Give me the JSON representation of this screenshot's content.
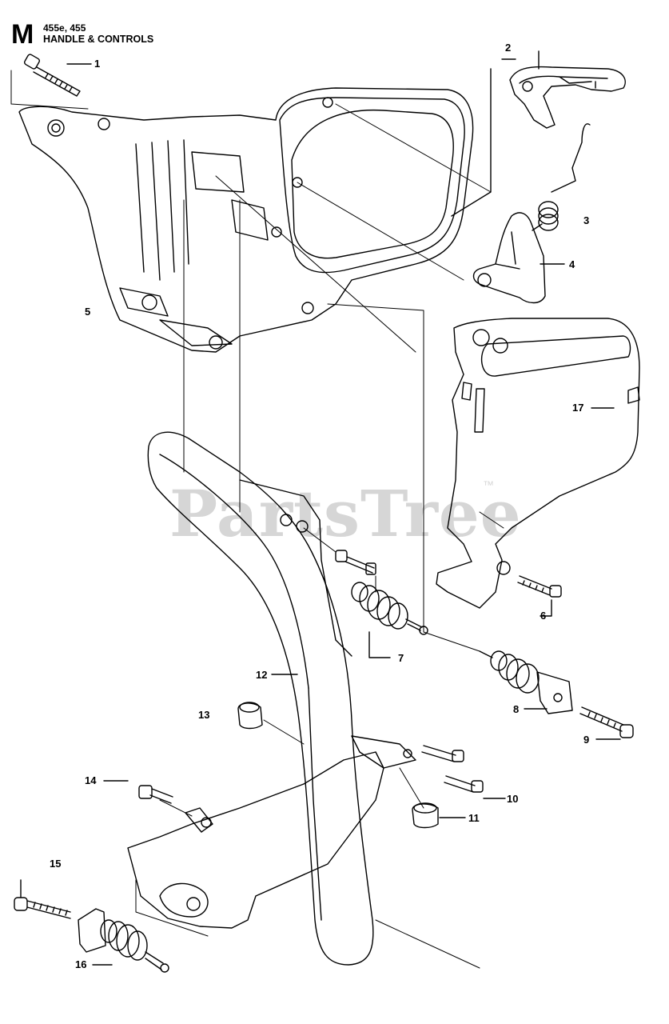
{
  "header": {
    "section_letter": "M",
    "model": "455e, 455",
    "title": "HANDLE & CONTROLS"
  },
  "watermark": {
    "text": "PartsTree",
    "tm": "™"
  },
  "callouts": [
    {
      "id": "1",
      "label": "1"
    },
    {
      "id": "2",
      "label": "2"
    },
    {
      "id": "3",
      "label": "3"
    },
    {
      "id": "4",
      "label": "4"
    },
    {
      "id": "5",
      "label": "5"
    },
    {
      "id": "6",
      "label": "6"
    },
    {
      "id": "7",
      "label": "7"
    },
    {
      "id": "8",
      "label": "8"
    },
    {
      "id": "9",
      "label": "9"
    },
    {
      "id": "10",
      "label": "10"
    },
    {
      "id": "11",
      "label": "11"
    },
    {
      "id": "12",
      "label": "12"
    },
    {
      "id": "13",
      "label": "13"
    },
    {
      "id": "14",
      "label": "14"
    },
    {
      "id": "15",
      "label": "15"
    },
    {
      "id": "16",
      "label": "16"
    },
    {
      "id": "17",
      "label": "17"
    }
  ]
}
